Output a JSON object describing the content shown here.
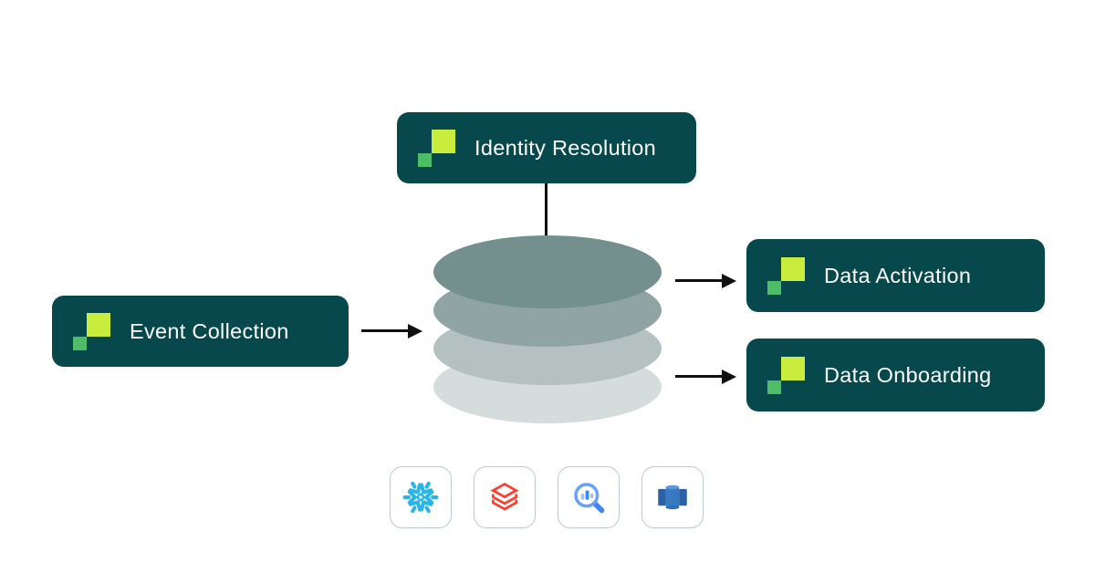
{
  "nodes": {
    "identity": {
      "label": "Identity Resolution"
    },
    "event": {
      "label": "Event Collection"
    },
    "activation": {
      "label": "Data Activation"
    },
    "onboarding": {
      "label": "Data Onboarding"
    }
  },
  "hub": {
    "type": "database-stack",
    "layers": 4,
    "layer_colors": [
      "#73908e",
      "#90a4a3",
      "#b4c1c0",
      "#d5dddc"
    ]
  },
  "connectors": [
    {
      "from": "identity",
      "to": "hub",
      "style": "line-down"
    },
    {
      "from": "event",
      "to": "hub",
      "style": "arrow-right"
    },
    {
      "from": "hub",
      "to": "activation",
      "style": "arrow-right"
    },
    {
      "from": "hub",
      "to": "onboarding",
      "style": "arrow-right"
    }
  ],
  "warehouse_icons": [
    {
      "icon": "snowflake-icon",
      "color": "#29b5e8"
    },
    {
      "icon": "databricks-icon",
      "color": "#ff3c2e"
    },
    {
      "icon": "bigquery-icon",
      "color": "#4285f4"
    },
    {
      "icon": "redshift-icon",
      "color": "#2b62a5"
    }
  ],
  "colors": {
    "background": "#ffffff",
    "node_bg": "#07484c",
    "node_text": "#ffffff",
    "logo_lime": "#c9ed3c",
    "logo_green": "#4dbd68",
    "arrow": "#101010",
    "card_border": "#bccbd6"
  }
}
